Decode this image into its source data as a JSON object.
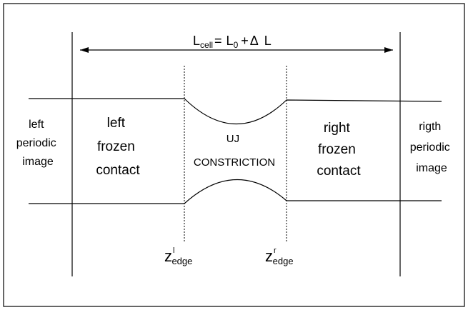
{
  "cell_length": {
    "lhs_main": "L",
    "lhs_sub": "cell",
    "equals": "=",
    "l0_main": "L",
    "l0_sub": "0",
    "plus": "+",
    "delta": "Δ",
    "delta_L": "L"
  },
  "regions": {
    "left_image": [
      "left",
      "periodic",
      "image"
    ],
    "left_contact": [
      "left",
      "frozen",
      "contact"
    ],
    "constriction": [
      "UJ",
      "CONSTRICTION"
    ],
    "right_contact": [
      "right",
      "frozen",
      "contact"
    ],
    "right_image": [
      "rigth",
      "periodic",
      "image"
    ]
  },
  "edges": {
    "left_main": "z",
    "left_sup": "l",
    "left_sub": "edge",
    "right_main": "z",
    "right_sup": "r",
    "right_sub": "edge"
  },
  "colors": {
    "line": "#000000",
    "background": "#ffffff"
  }
}
